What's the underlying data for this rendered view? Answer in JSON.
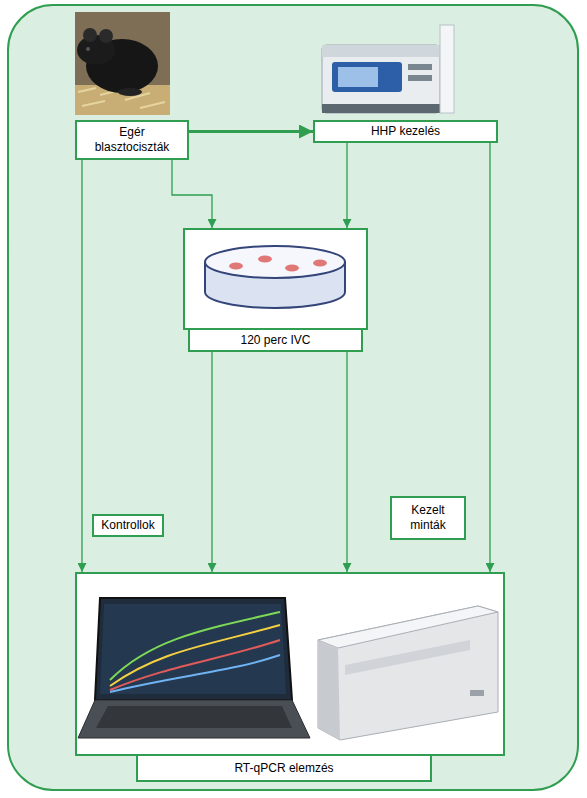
{
  "diagram": {
    "nodes": [
      {
        "text": [
          "Egér blasztociszták"
        ]
      },
      {
        "text": [
          "HHP kezelés"
        ]
      },
      {
        "text": [
          "120 perc IVC"
        ]
      },
      {
        "text": [
          "Kontrollok"
        ]
      },
      {
        "text": [
          "Kezelt minták"
        ]
      },
      {
        "text": [
          "RT-qPCR elemzés"
        ]
      }
    ],
    "edges": [
      {
        "from": 0,
        "to": 1,
        "arrow": "to"
      },
      {
        "from": 0,
        "to": 2,
        "arrow": "to"
      },
      {
        "from": 1,
        "to": 2,
        "arrow": "to"
      },
      {
        "from": 0,
        "to": 5,
        "arrow": "to"
      },
      {
        "from": 2,
        "to": 5,
        "arrow": "to"
      },
      {
        "from": 2,
        "to": 5,
        "arrow": "to"
      },
      {
        "from": 1,
        "to": 5,
        "arrow": "to"
      }
    ]
  }
}
